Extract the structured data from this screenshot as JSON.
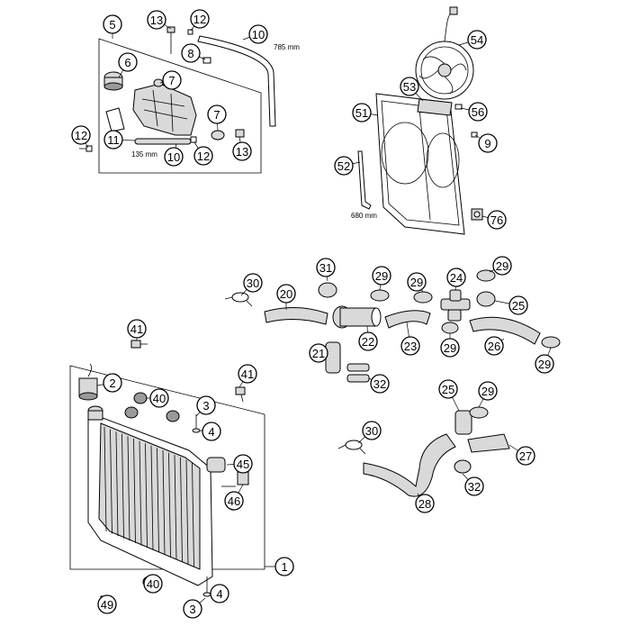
{
  "callouts": [
    {
      "label": "5"
    },
    {
      "label": "13"
    },
    {
      "label": "12"
    },
    {
      "label": "10"
    },
    {
      "label": "6"
    },
    {
      "label": "8"
    },
    {
      "label": "7"
    },
    {
      "label": "7"
    },
    {
      "label": "12"
    },
    {
      "label": "11"
    },
    {
      "label": "10"
    },
    {
      "label": "12"
    },
    {
      "label": "13"
    },
    {
      "label": "54"
    },
    {
      "label": "53"
    },
    {
      "label": "51"
    },
    {
      "label": "56"
    },
    {
      "label": "9"
    },
    {
      "label": "52"
    },
    {
      "label": "76"
    },
    {
      "label": "30"
    },
    {
      "label": "31"
    },
    {
      "label": "29"
    },
    {
      "label": "29"
    },
    {
      "label": "24"
    },
    {
      "label": "29"
    },
    {
      "label": "20"
    },
    {
      "label": "25"
    },
    {
      "label": "22"
    },
    {
      "label": "21"
    },
    {
      "label": "23"
    },
    {
      "label": "29"
    },
    {
      "label": "26"
    },
    {
      "label": "29"
    },
    {
      "label": "32"
    },
    {
      "label": "41"
    },
    {
      "label": "41"
    },
    {
      "label": "2"
    },
    {
      "label": "40"
    },
    {
      "label": "3"
    },
    {
      "label": "4"
    },
    {
      "label": "25"
    },
    {
      "label": "29"
    },
    {
      "label": "30"
    },
    {
      "label": "45"
    },
    {
      "label": "46"
    },
    {
      "label": "27"
    },
    {
      "label": "32"
    },
    {
      "label": "28"
    },
    {
      "label": "1"
    },
    {
      "label": "40"
    },
    {
      "label": "4"
    },
    {
      "label": "3"
    },
    {
      "label": "49"
    }
  ],
  "dimensions": {
    "hose_10_length": "785 mm",
    "hose_11_length": "135 mm",
    "hose_52_length": "680 mm"
  }
}
